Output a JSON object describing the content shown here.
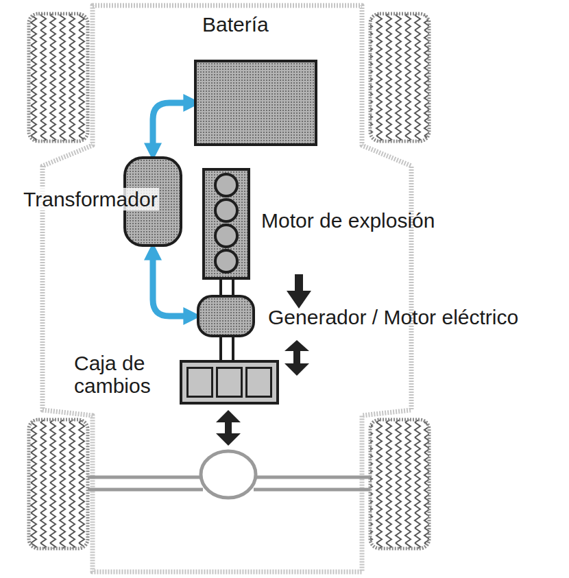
{
  "diagram": {
    "nodes": [
      {
        "text": [
          "Batería"
        ]
      },
      {
        "text": [
          "Transformador"
        ]
      },
      {
        "text": [
          "Motor de explosión"
        ]
      },
      {
        "text": [
          "Generador / Motor eléctrico"
        ]
      },
      {
        "text": [
          "Caja de cambios"
        ]
      }
    ],
    "edges": [
      {
        "from": 0,
        "to": 1,
        "arrow": "both"
      },
      {
        "from": 1,
        "to": 3,
        "arrow": "both"
      }
    ]
  }
}
